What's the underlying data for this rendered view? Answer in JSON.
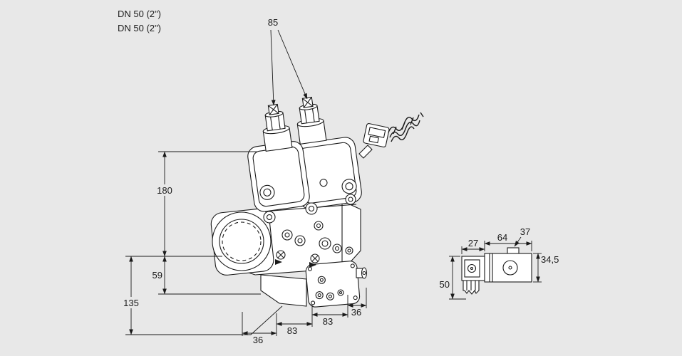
{
  "colors": {
    "background": "#e8e8e8",
    "line": "#1a1a1a",
    "fill": "#ffffff"
  },
  "annotations": {
    "port_label_line1": "DN 50 (2\")",
    "port_label_line2": "DN 50 (2\")"
  },
  "main_view": {
    "dimensions": {
      "actuator_offset": "85",
      "height_top_to_axis": "180",
      "axis_to_body_bottom": "59",
      "axis_to_block_bottom": "135",
      "bottom_seg_1": "36",
      "bottom_seg_2": "83",
      "bottom_seg_3": "83",
      "bottom_seg_4": "36"
    }
  },
  "side_view": {
    "dimensions": {
      "connector_width": "27",
      "body_width": "64",
      "tab_width": "37",
      "body_height": "34,5",
      "overall_height": "50"
    }
  }
}
